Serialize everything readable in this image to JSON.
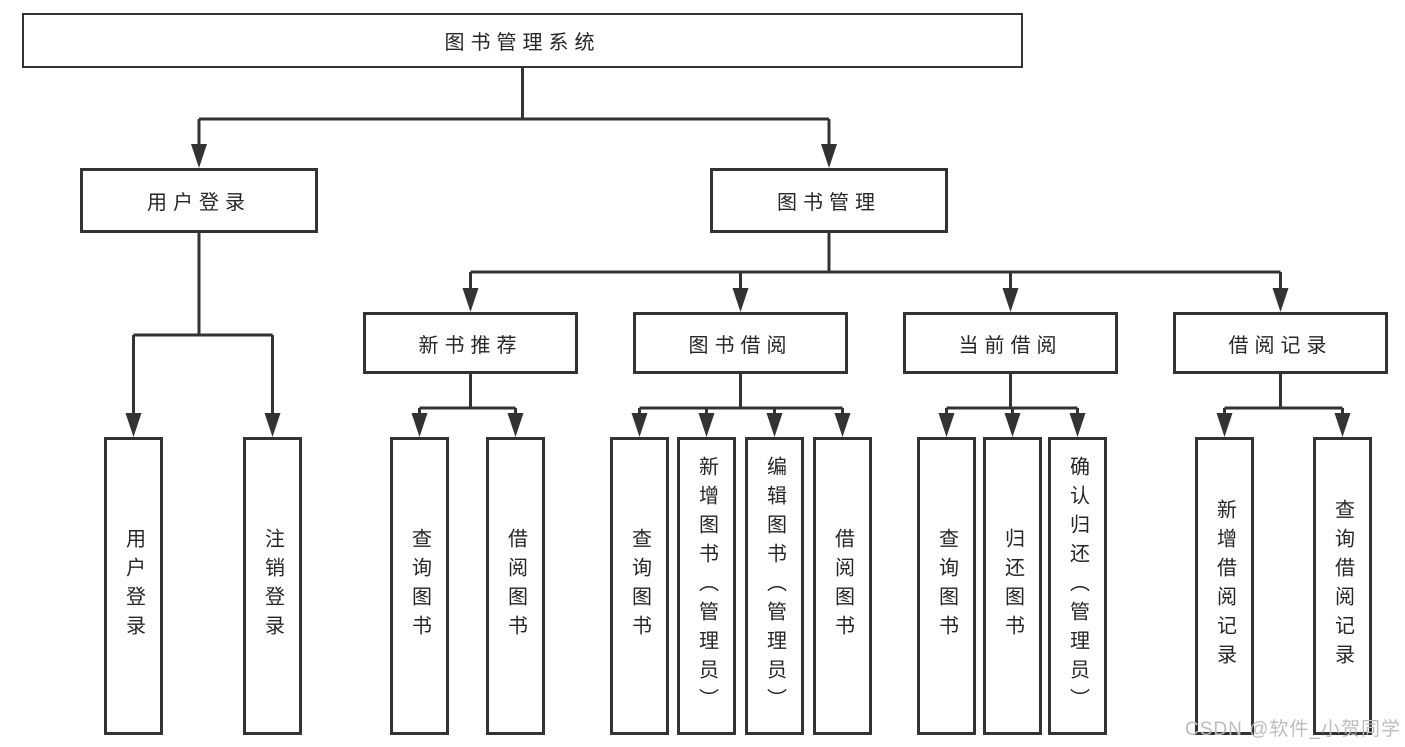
{
  "colors": {
    "line": "#333333",
    "text": "#262626",
    "box_background": "#ffffff",
    "page_background": "#ffffff",
    "watermark": "#bdbdbd"
  },
  "nodes": {
    "root": "图书管理系统",
    "user_login": "用户登录",
    "book_management": "图书管理",
    "new_book_recommend": "新书推荐",
    "book_borrowing": "图书借阅",
    "current_borrowing": "当前借阅",
    "borrowing_records": "借阅记录"
  },
  "leaves": [
    {
      "label": "用户登录"
    },
    {
      "label": "注销登录"
    },
    {
      "label": "查询图书"
    },
    {
      "label": "借阅图书"
    },
    {
      "label": "查询图书"
    },
    {
      "label": "新增图书（管理员）"
    },
    {
      "label": "编辑图书（管理员）"
    },
    {
      "label": "借阅图书"
    },
    {
      "label": "查询图书"
    },
    {
      "label": "归还图书"
    },
    {
      "label": "确认归还（管理员）"
    },
    {
      "label": "新增借阅记录"
    },
    {
      "label": "查询借阅记录"
    }
  ],
  "watermark": {
    "text": "CSDN @软件_小贺同学"
  }
}
